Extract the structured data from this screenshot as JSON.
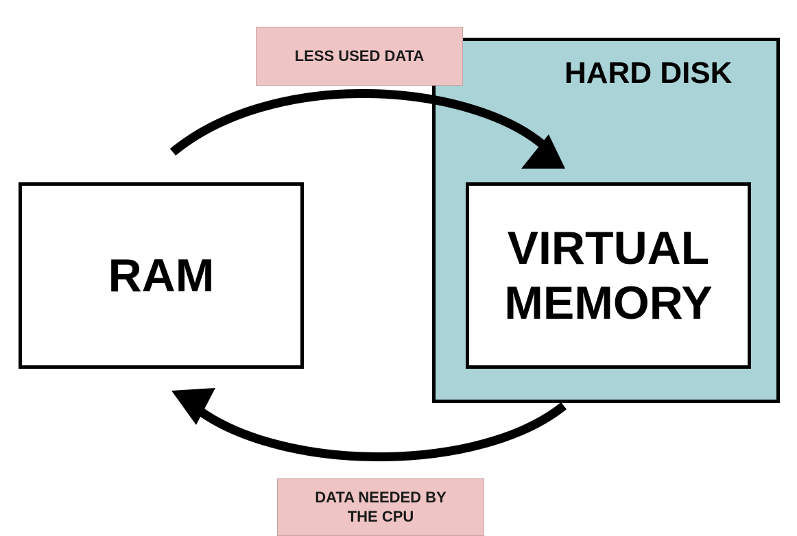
{
  "diagram": {
    "hard_disk_label": "HARD DISK",
    "ram_label": "RAM",
    "virtual_memory_line1": "VIRTUAL",
    "virtual_memory_line2": "MEMORY",
    "top_arrow_label": "LESS USED DATA",
    "bottom_arrow_label_line1": "DATA NEEDED BY",
    "bottom_arrow_label_line2": "THE CPU"
  },
  "colors": {
    "hard_disk_fill": "#a9d3d6",
    "label_fill": "#efc4c4",
    "stroke": "#000000"
  }
}
